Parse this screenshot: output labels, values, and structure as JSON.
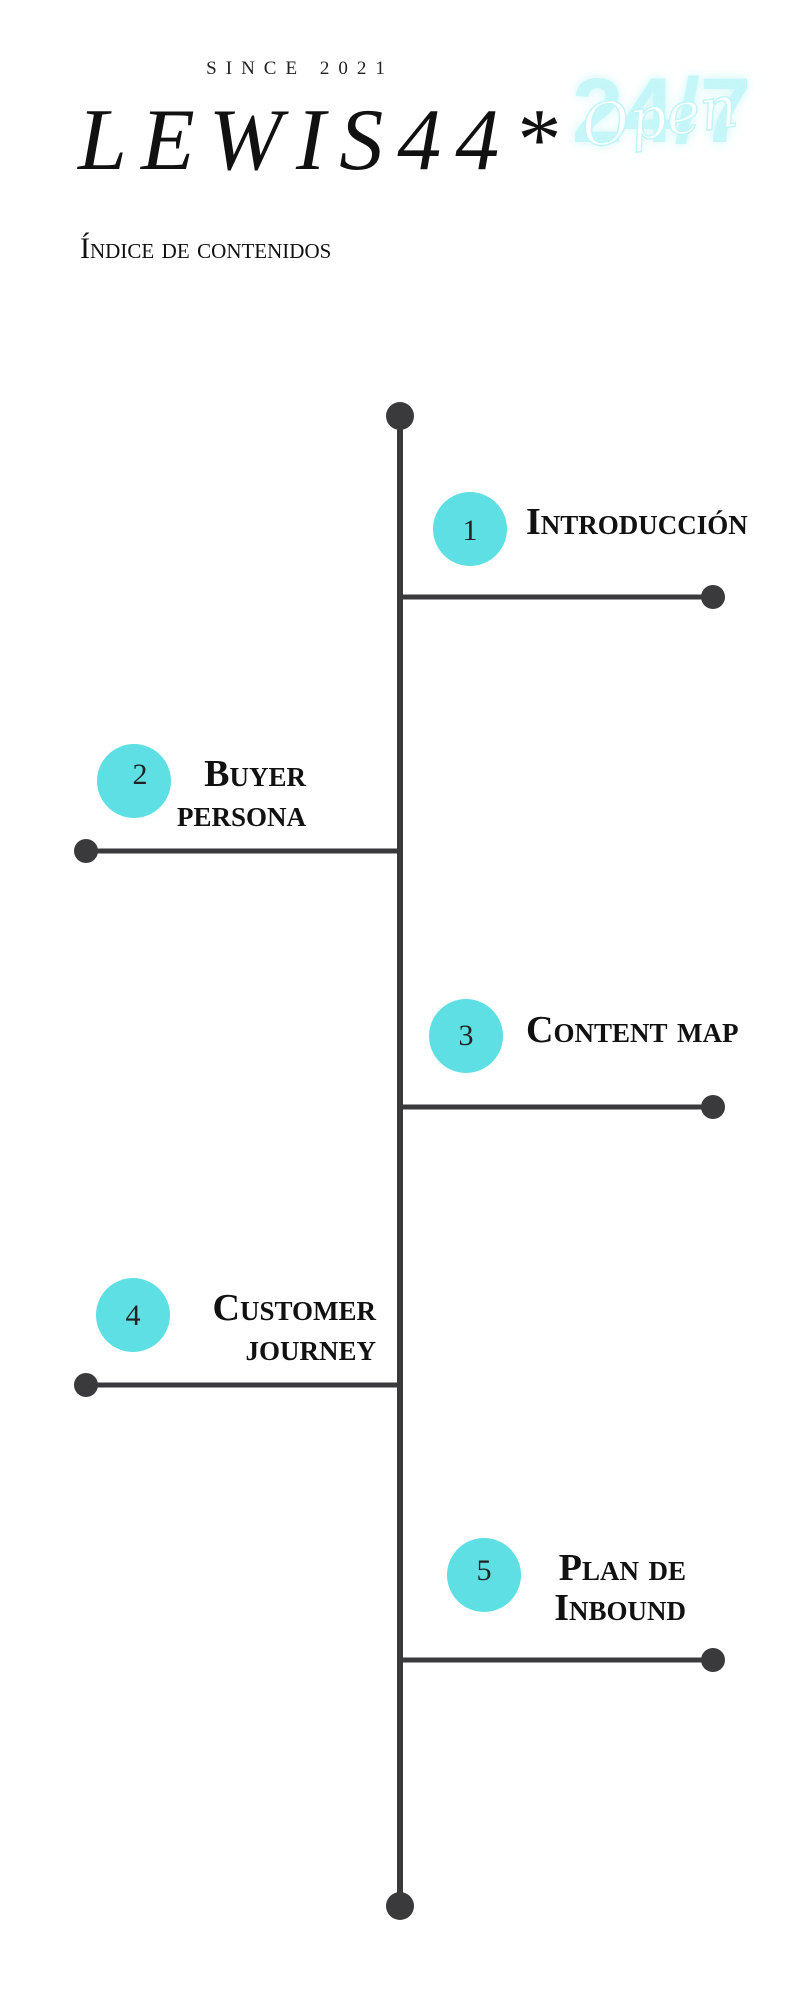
{
  "header": {
    "since": "SINCE 2021",
    "logo": "LEWIS44*",
    "neon_sign": "Open 24/7"
  },
  "toc": {
    "heading": "Índice de contenidos",
    "items": [
      {
        "number": "1",
        "line1": "Introducción",
        "line2": ""
      },
      {
        "number": "2",
        "line1": "Buyer",
        "line2": "persona"
      },
      {
        "number": "3",
        "line1": "Content map",
        "line2": ""
      },
      {
        "number": "4",
        "line1": "Customer",
        "line2": "journey"
      },
      {
        "number": "5",
        "line1": "Plan de",
        "line2": "Inbound"
      }
    ]
  },
  "colors": {
    "accent": "#5ddfe4",
    "line": "#3a3a3d",
    "text": "#111111",
    "neon": "#8feff3"
  }
}
